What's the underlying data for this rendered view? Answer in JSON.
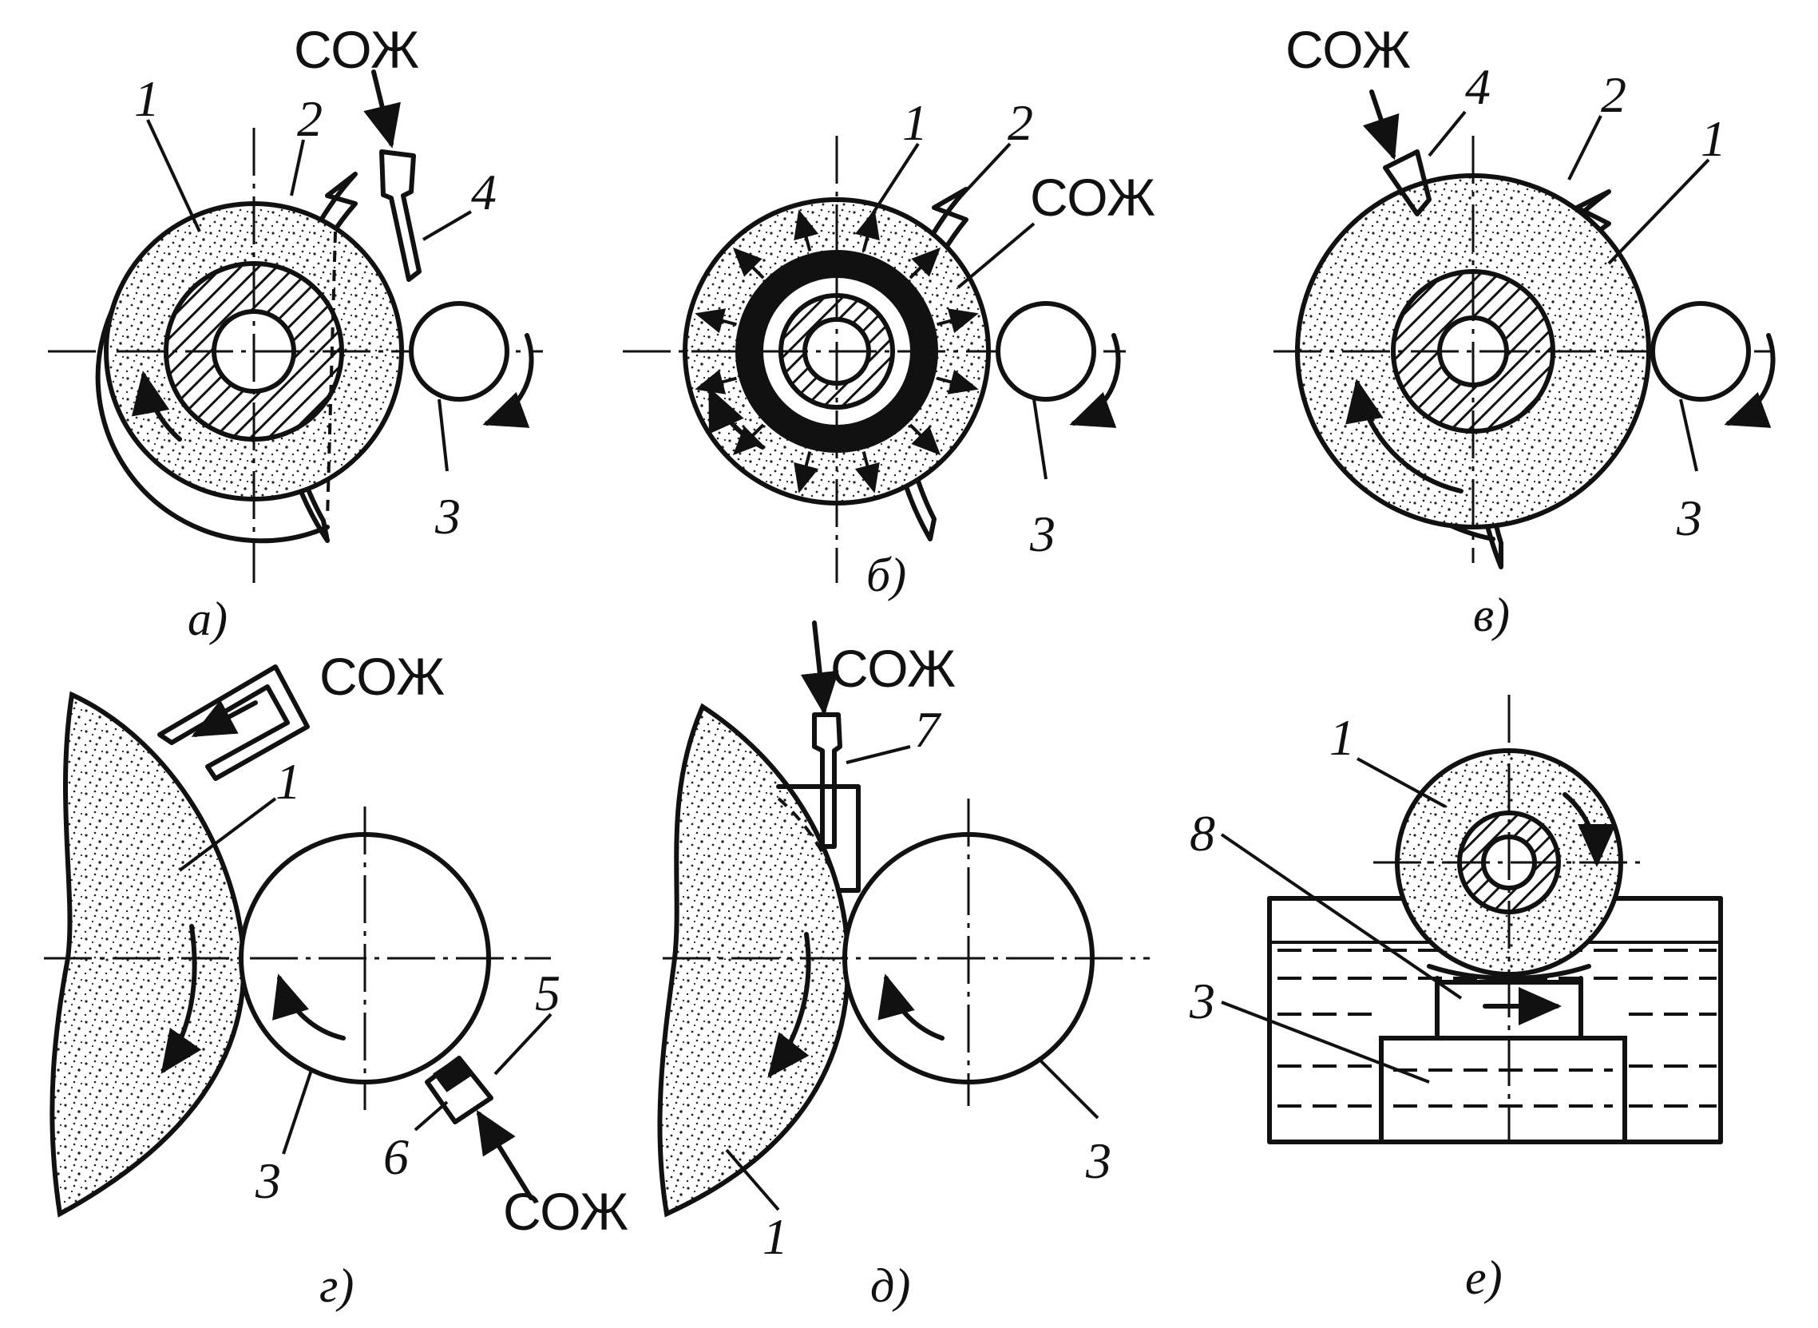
{
  "coolant": "СОЖ",
  "numbers": {
    "n1": "1",
    "n2": "2",
    "n3": "3",
    "n4": "4",
    "n5": "5",
    "n6": "6",
    "n7": "7",
    "n8": "8"
  },
  "captions": {
    "a": "а)",
    "b": "б)",
    "v": "в)",
    "g": "г)",
    "d": "д)",
    "e": "е)"
  }
}
